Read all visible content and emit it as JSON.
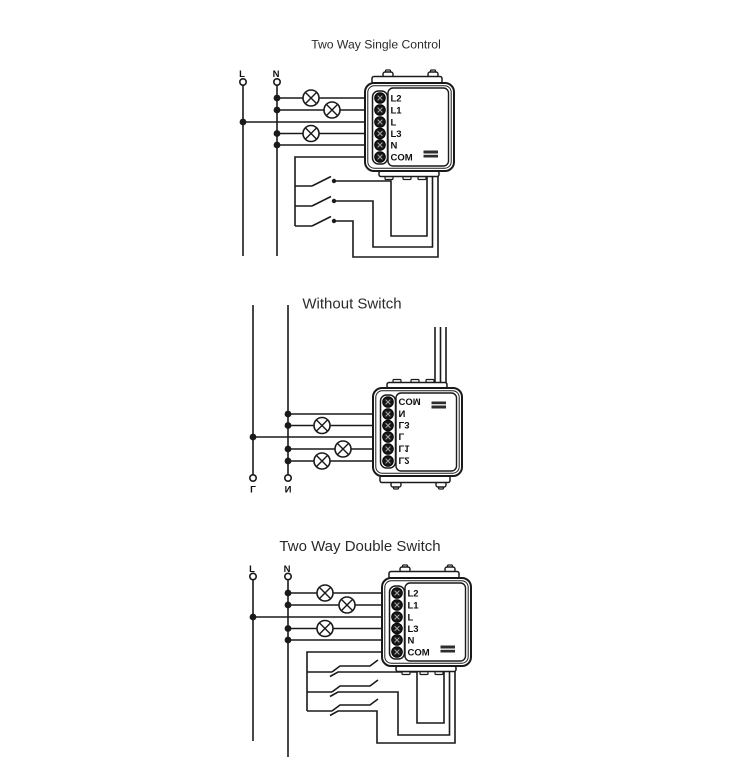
{
  "background": "#ffffff",
  "ink": "#1a1a1a",
  "module": {
    "terminals": [
      "L2",
      "L1",
      "L",
      "L3",
      "N",
      "COM"
    ]
  },
  "diagrams": {
    "d1": {
      "title": "Two Way Single Control",
      "supply_l": "L",
      "supply_n": "N"
    },
    "d2": {
      "title": "Without Switch",
      "supply_l": "L",
      "supply_n": "N"
    },
    "d3": {
      "title": "Two Way Double Switch",
      "supply_l": "L",
      "supply_n": "N"
    }
  }
}
